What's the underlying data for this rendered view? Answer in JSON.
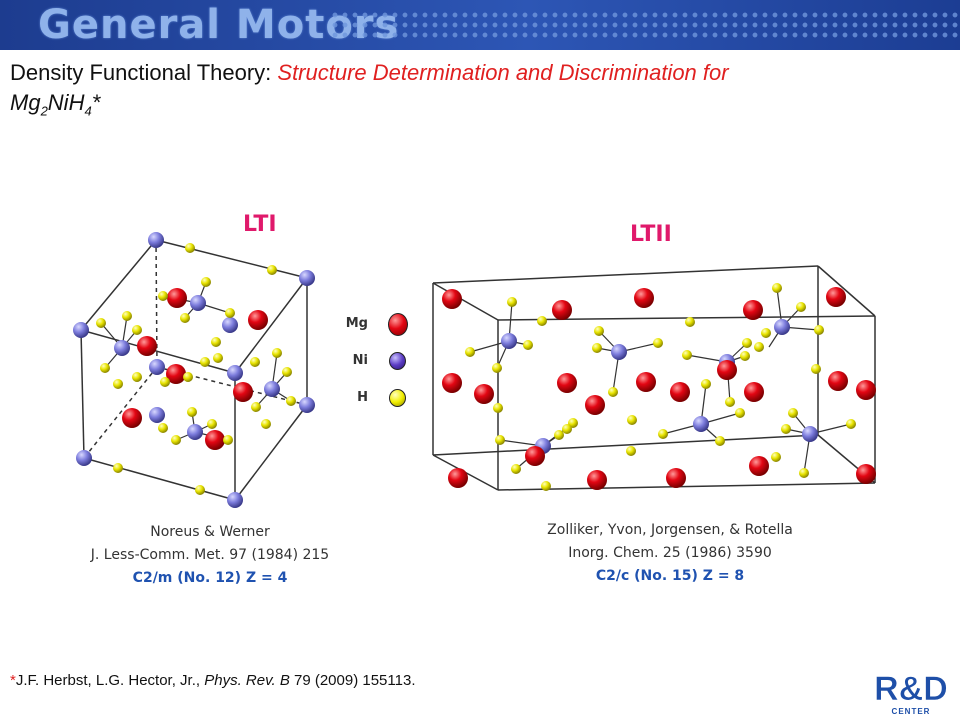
{
  "banner": {
    "brand": "General Motors"
  },
  "title": {
    "lead": "Density Functional Theory: ",
    "italic": "Structure Determination and Discrimination for",
    "formula_base": "Mg",
    "formula_sub1": "2",
    "formula_mid": "NiH",
    "formula_sub2": "4",
    "formula_star": "*"
  },
  "structures": [
    {
      "label": "LTI",
      "authors": "Noreus & Werner",
      "journal": "J. Less-Comm. Met. 97 (1984) 215",
      "group": "C2/m  (No. 12)  Z = 4"
    },
    {
      "label": "LTII",
      "authors": "Zolliker, Yvon, Jorgensen, & Rotella",
      "journal": "Inorg. Chem. 25 (1986) 3590",
      "group": "C2/c  (No. 15)  Z = 8"
    }
  ],
  "legend": [
    {
      "label": "Mg",
      "color": "#e30613"
    },
    {
      "label": "Ni",
      "color": "#5b3cc4"
    },
    {
      "label": "H",
      "color": "#f2ef00"
    }
  ],
  "colors": {
    "mg": "#e30613",
    "ni": "#7d7ddd",
    "h": "#e8e400",
    "accent": "#e0196b"
  },
  "footnote": {
    "star": "*",
    "authors": "J.F. Herbst, L.G. Hector, Jr.,  ",
    "journal": "Phys. Rev. B",
    "rest": " 79 (2009) 155113."
  },
  "logo": {
    "text": "R&D",
    "sub": "CENTER"
  }
}
